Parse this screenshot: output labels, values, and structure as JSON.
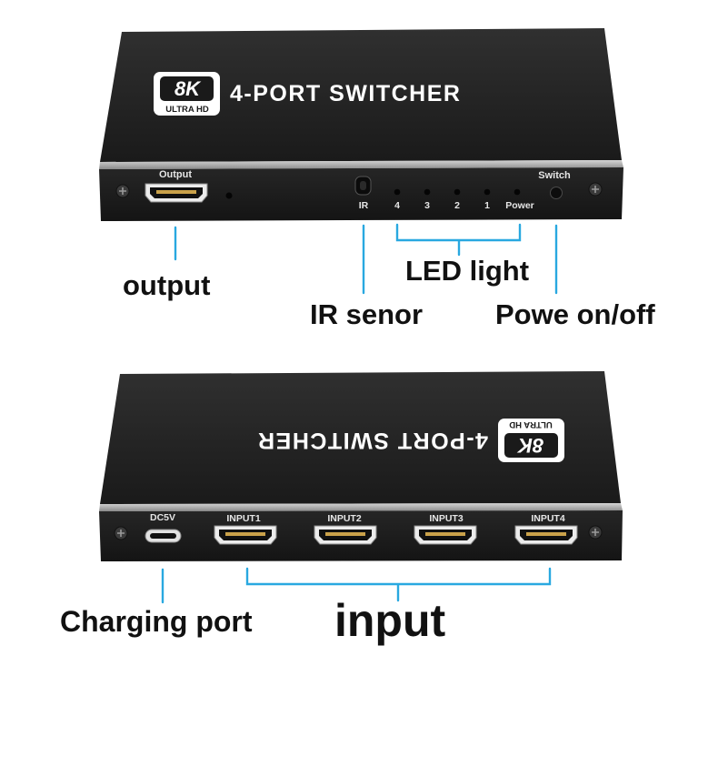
{
  "colors": {
    "background": "#ffffff",
    "device_body": "#1d1d1d",
    "device_bevel": "#b9b9b9",
    "callout_line": "#29a8e0",
    "callout_text": "#111111"
  },
  "top_device": {
    "badge_main": "8K",
    "badge_sub": "ULTRA HD",
    "title": "4-PORT SWITCHER",
    "panel": {
      "output_label": "Output",
      "ir_label": "IR",
      "switch_label": "Switch",
      "led_labels": [
        "4",
        "3",
        "2",
        "1",
        "Power"
      ]
    }
  },
  "bottom_device": {
    "badge_main": "8K",
    "badge_sub": "ULTRA HD",
    "title": "4-PORT SWITCHER",
    "panel": {
      "dc_label": "DC5V",
      "input_labels": [
        "INPUT1",
        "INPUT2",
        "INPUT3",
        "INPUT4"
      ]
    }
  },
  "callouts": {
    "output": "output",
    "led_light": "LED light",
    "ir_sensor": "IR senor",
    "power_switch": "Powe on/off",
    "charging_port": "Charging port",
    "input": "input"
  }
}
